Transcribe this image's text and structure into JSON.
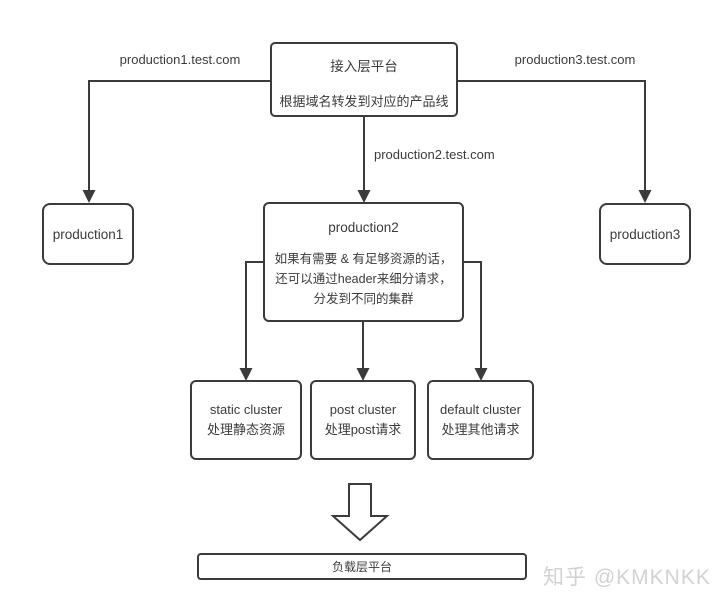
{
  "diagram": {
    "top_box": {
      "title": "接入层平台",
      "subtitle": "根据域名转发到对应的产品线"
    },
    "edge_labels": {
      "left": "production1.test.com",
      "middle": "production2.test.com",
      "right": "production3.test.com"
    },
    "production1": {
      "label": "production1"
    },
    "production3": {
      "label": "production3"
    },
    "production2": {
      "title": "production2",
      "line1": "如果有需要 & 有足够资源的话，",
      "line2": "还可以通过header来细分请求，",
      "line3": "分发到不同的集群"
    },
    "clusters": [
      {
        "name": "static cluster",
        "desc": "处理静态资源"
      },
      {
        "name": "post cluster",
        "desc": "处理post请求"
      },
      {
        "name": "default cluster",
        "desc": "处理其他请求"
      }
    ],
    "bottom_box": {
      "label": "负载层平台"
    },
    "watermark": "知乎 @KMKNKK",
    "colors": {
      "line": "#3b3b3b",
      "text": "#3b3b3b",
      "watermark": "#d2d2d2",
      "background": "#ffffff"
    }
  }
}
